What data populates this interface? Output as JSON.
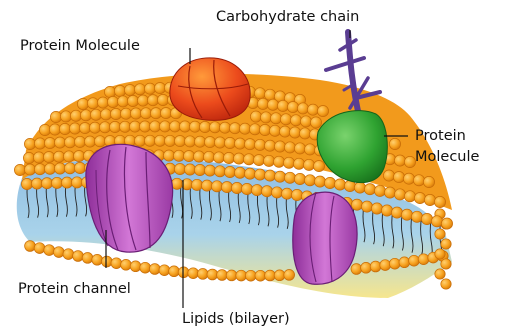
{
  "labels": {
    "carbohydrate_chain": "Carbohydrate chain",
    "protein_molecule_left": "Protein Molecule",
    "protein_molecule_right_line1": "Protein",
    "protein_molecule_right_line2": "Molecule",
    "protein_channel": "Protein channel",
    "lipids_bilayer": "Lipids (bilayer)"
  },
  "colors": {
    "lipid_head": "#f7a21f",
    "lipid_head_edge": "#c86d07",
    "tail_band_top": "#9cc7e8",
    "tail_band_bottom": "#f6e58a",
    "channel_purple": "#c763c8",
    "protein_red": "#e8471e",
    "protein_green": "#29a72e",
    "carbohydrate_purple": "#5a3d92"
  }
}
